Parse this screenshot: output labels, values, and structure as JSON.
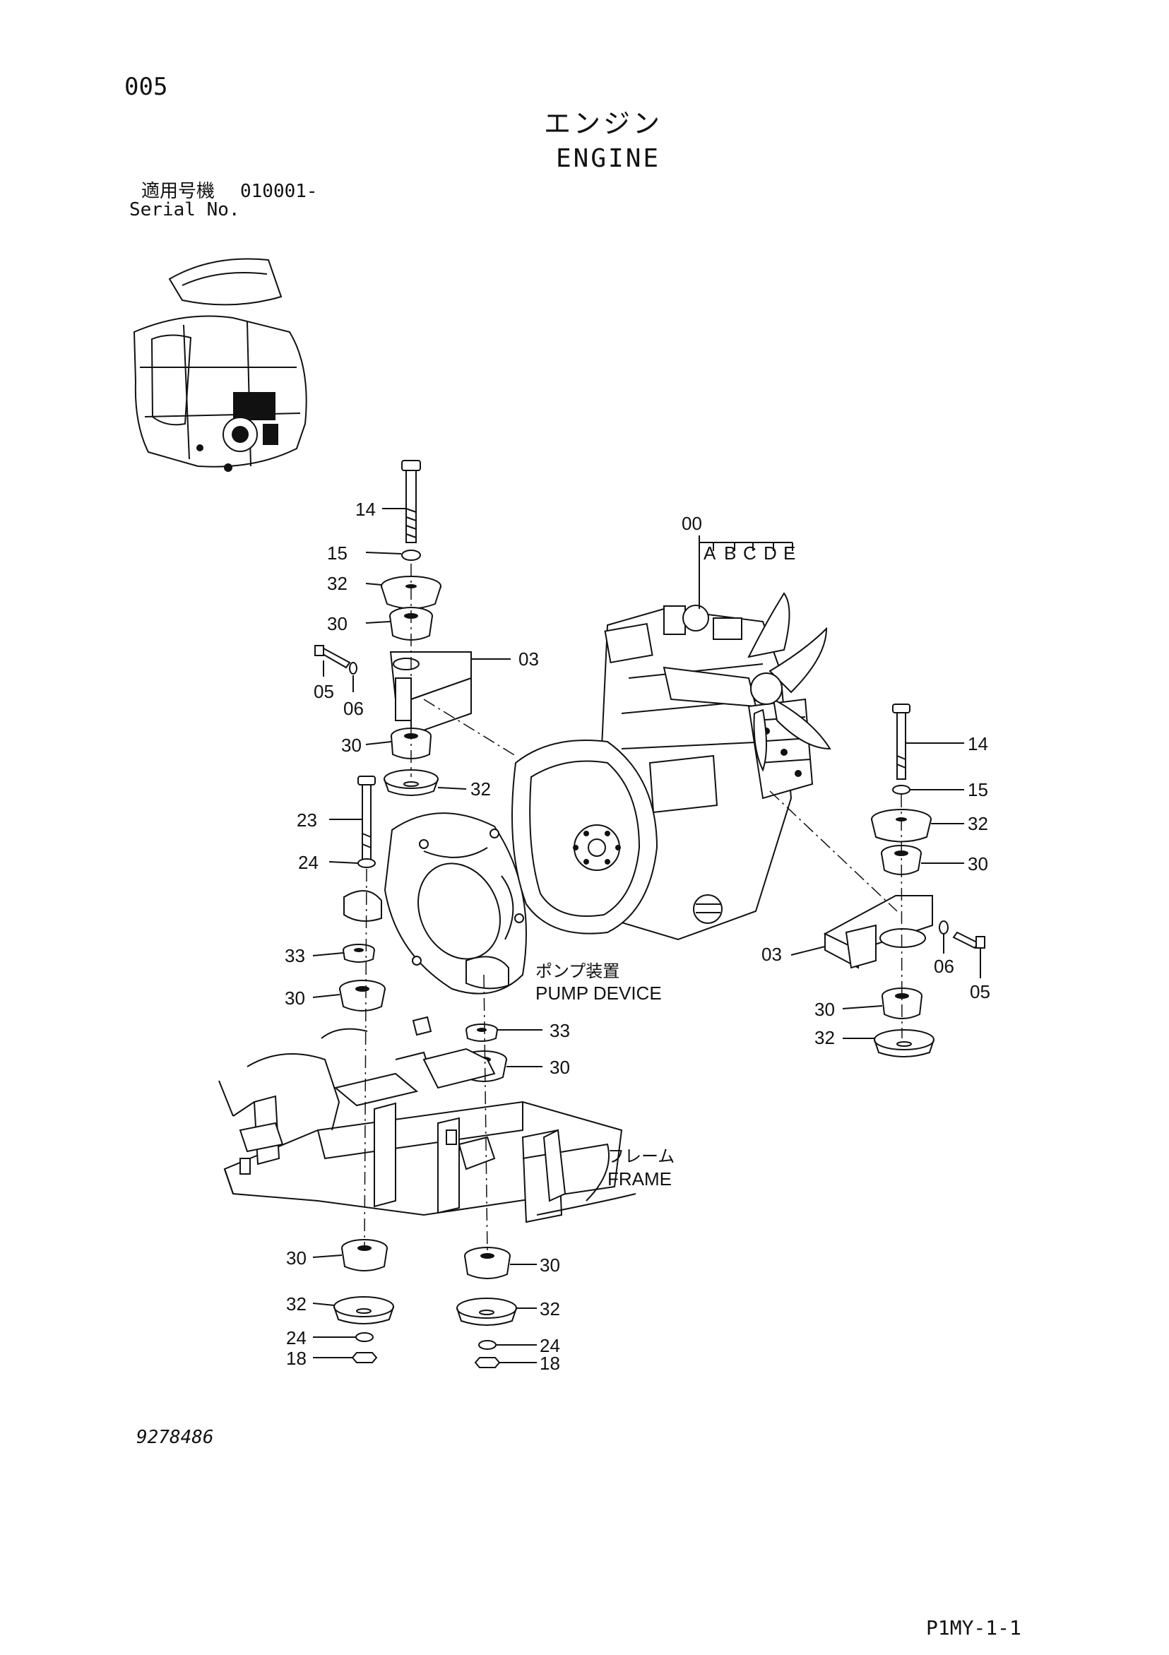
{
  "header": {
    "page_no": "005",
    "title_jp": "エンジン",
    "title_en": "ENGINE",
    "serial_label_jp": "適用号機",
    "serial_value": "010001-",
    "serial_label_en": "Serial No."
  },
  "callouts": {
    "c00": "00",
    "cA": "A",
    "cB": "B",
    "cC": "C",
    "cD": "D",
    "cE": "E",
    "c14a": "14",
    "c15a": "15",
    "c32a": "32",
    "c30a": "30",
    "c03a": "03",
    "c05a": "05",
    "c06a": "06",
    "c30b": "30",
    "c32b": "32",
    "c23": "23",
    "c24a": "24",
    "c33a": "33",
    "c30c": "30",
    "c33b": "33",
    "c30d": "30",
    "c14b": "14",
    "c15b": "15",
    "c32c": "32",
    "c30e": "30",
    "c03b": "03",
    "c06b": "06",
    "c05b": "05",
    "c30f": "30",
    "c32d": "32",
    "c30g": "30",
    "c32e": "32",
    "c24b": "24",
    "c18a": "18",
    "c30h": "30",
    "c32f": "32",
    "c24c": "24",
    "c18b": "18"
  },
  "labels": {
    "pump_jp": "ポンプ装置",
    "pump_en": "PUMP DEVICE",
    "frame_jp": "フレーム",
    "frame_en": "FRAME"
  },
  "footer": {
    "doc_no": "9278486",
    "page_ref": "P1MY-1-1"
  }
}
